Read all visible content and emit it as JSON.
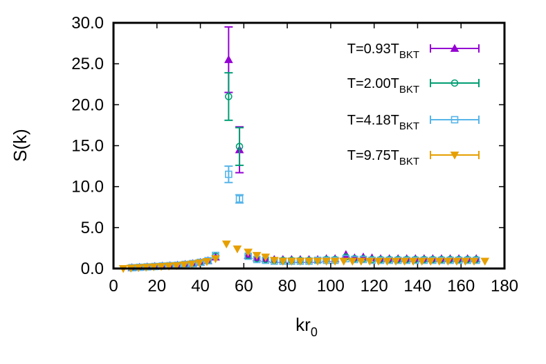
{
  "chart_data": {
    "type": "scatter",
    "xlabel": "kr",
    "xlabel_sub": "0",
    "ylabel": "S(k)",
    "xlim": [
      0,
      180
    ],
    "ylim": [
      0,
      30
    ],
    "x_ticks": [
      0,
      20,
      40,
      60,
      80,
      100,
      120,
      140,
      160,
      180
    ],
    "x_tick_labels": [
      "0",
      "20",
      "40",
      "60",
      "80",
      "100",
      "120",
      "140",
      "160",
      "180"
    ],
    "y_ticks": [
      0,
      5,
      10,
      15,
      20,
      25,
      30
    ],
    "y_tick_labels": [
      "0.0",
      "5.0",
      "10.0",
      "15.0",
      "20.0",
      "25.0",
      "30.0"
    ],
    "grid": false,
    "legend_position": "top-right",
    "series": [
      {
        "name": "T=0.93T",
        "name_sub": "BKT",
        "color": "#9400d3",
        "marker": "triangle-up",
        "points": [
          {
            "x": 8.5,
            "y": 0.1
          },
          {
            "x": 12,
            "y": 0.15
          },
          {
            "x": 15.5,
            "y": 0.2
          },
          {
            "x": 19,
            "y": 0.25
          },
          {
            "x": 22.5,
            "y": 0.3
          },
          {
            "x": 26,
            "y": 0.35
          },
          {
            "x": 29.5,
            "y": 0.4
          },
          {
            "x": 33,
            "y": 0.5
          },
          {
            "x": 36.5,
            "y": 0.6
          },
          {
            "x": 40,
            "y": 0.75
          },
          {
            "x": 43.5,
            "y": 0.95
          },
          {
            "x": 47,
            "y": 1.4
          },
          {
            "x": 53,
            "y": 25.5,
            "err": 4.0
          },
          {
            "x": 58,
            "y": 14.5,
            "err": 2.8
          },
          {
            "x": 62,
            "y": 1.6
          },
          {
            "x": 66,
            "y": 1.3
          },
          {
            "x": 70,
            "y": 1.2
          },
          {
            "x": 74,
            "y": 1.1
          },
          {
            "x": 78,
            "y": 1.1
          },
          {
            "x": 82,
            "y": 1.1
          },
          {
            "x": 86,
            "y": 1.1
          },
          {
            "x": 90,
            "y": 1.1
          },
          {
            "x": 94,
            "y": 1.1
          },
          {
            "x": 98,
            "y": 1.2
          },
          {
            "x": 102,
            "y": 1.2
          },
          {
            "x": 107,
            "y": 1.7
          },
          {
            "x": 111,
            "y": 1.3
          },
          {
            "x": 115,
            "y": 1.4
          },
          {
            "x": 119,
            "y": 1.3
          },
          {
            "x": 123,
            "y": 1.2
          },
          {
            "x": 127,
            "y": 1.2
          },
          {
            "x": 131,
            "y": 1.2
          },
          {
            "x": 135,
            "y": 1.2
          },
          {
            "x": 139,
            "y": 1.2
          },
          {
            "x": 143,
            "y": 1.2
          },
          {
            "x": 147,
            "y": 1.2
          },
          {
            "x": 151,
            "y": 1.2
          },
          {
            "x": 155,
            "y": 1.2
          },
          {
            "x": 159,
            "y": 1.2
          },
          {
            "x": 163,
            "y": 1.2
          },
          {
            "x": 167,
            "y": 1.2
          }
        ]
      },
      {
        "name": "T=2.00T",
        "name_sub": "BKT",
        "color": "#009e73",
        "marker": "circle",
        "points": [
          {
            "x": 8.5,
            "y": 0.1
          },
          {
            "x": 12,
            "y": 0.15
          },
          {
            "x": 15.5,
            "y": 0.2
          },
          {
            "x": 19,
            "y": 0.25
          },
          {
            "x": 22.5,
            "y": 0.3
          },
          {
            "x": 26,
            "y": 0.35
          },
          {
            "x": 29.5,
            "y": 0.4
          },
          {
            "x": 33,
            "y": 0.5
          },
          {
            "x": 36.5,
            "y": 0.6
          },
          {
            "x": 40,
            "y": 0.75
          },
          {
            "x": 43.5,
            "y": 0.95
          },
          {
            "x": 47,
            "y": 1.5
          },
          {
            "x": 53,
            "y": 21.0,
            "err": 2.9
          },
          {
            "x": 58,
            "y": 14.9,
            "err": 2.3
          },
          {
            "x": 62,
            "y": 1.6
          },
          {
            "x": 66,
            "y": 1.2
          },
          {
            "x": 70,
            "y": 1.1
          },
          {
            "x": 74,
            "y": 1.0
          },
          {
            "x": 78,
            "y": 1.0
          },
          {
            "x": 82,
            "y": 1.0
          },
          {
            "x": 86,
            "y": 1.0
          },
          {
            "x": 90,
            "y": 1.0
          },
          {
            "x": 94,
            "y": 1.0
          },
          {
            "x": 98,
            "y": 1.1
          },
          {
            "x": 102,
            "y": 1.1
          },
          {
            "x": 107,
            "y": 1.4
          },
          {
            "x": 111,
            "y": 1.2
          },
          {
            "x": 115,
            "y": 1.2
          },
          {
            "x": 119,
            "y": 1.1
          },
          {
            "x": 123,
            "y": 1.1
          },
          {
            "x": 127,
            "y": 1.1
          },
          {
            "x": 131,
            "y": 1.1
          },
          {
            "x": 135,
            "y": 1.1
          },
          {
            "x": 139,
            "y": 1.1
          },
          {
            "x": 143,
            "y": 1.1
          },
          {
            "x": 147,
            "y": 1.1
          },
          {
            "x": 151,
            "y": 1.1
          },
          {
            "x": 155,
            "y": 1.1
          },
          {
            "x": 159,
            "y": 1.1
          },
          {
            "x": 163,
            "y": 1.1
          },
          {
            "x": 167,
            "y": 1.1
          }
        ]
      },
      {
        "name": "T=4.18T",
        "name_sub": "BKT",
        "color": "#56b4e9",
        "marker": "square",
        "points": [
          {
            "x": 8.5,
            "y": 0.1
          },
          {
            "x": 12,
            "y": 0.15
          },
          {
            "x": 15.5,
            "y": 0.2
          },
          {
            "x": 19,
            "y": 0.25
          },
          {
            "x": 22.5,
            "y": 0.3
          },
          {
            "x": 26,
            "y": 0.35
          },
          {
            "x": 29.5,
            "y": 0.4
          },
          {
            "x": 33,
            "y": 0.5
          },
          {
            "x": 36.5,
            "y": 0.6
          },
          {
            "x": 40,
            "y": 0.75
          },
          {
            "x": 43.5,
            "y": 0.95
          },
          {
            "x": 47,
            "y": 1.6
          },
          {
            "x": 53,
            "y": 11.5,
            "err": 1.0
          },
          {
            "x": 58,
            "y": 8.5,
            "err": 0.5
          },
          {
            "x": 62,
            "y": 1.5
          },
          {
            "x": 66,
            "y": 1.1
          },
          {
            "x": 70,
            "y": 1.0
          },
          {
            "x": 74,
            "y": 0.9
          },
          {
            "x": 78,
            "y": 0.9
          },
          {
            "x": 82,
            "y": 0.9
          },
          {
            "x": 86,
            "y": 0.9
          },
          {
            "x": 90,
            "y": 0.9
          },
          {
            "x": 94,
            "y": 1.0
          },
          {
            "x": 98,
            "y": 1.0
          },
          {
            "x": 102,
            "y": 1.0
          },
          {
            "x": 107,
            "y": 1.2
          },
          {
            "x": 111,
            "y": 1.1
          },
          {
            "x": 115,
            "y": 1.1
          },
          {
            "x": 119,
            "y": 1.0
          },
          {
            "x": 123,
            "y": 1.0
          },
          {
            "x": 127,
            "y": 1.0
          },
          {
            "x": 131,
            "y": 1.0
          },
          {
            "x": 135,
            "y": 1.0
          },
          {
            "x": 139,
            "y": 1.0
          },
          {
            "x": 143,
            "y": 1.0
          },
          {
            "x": 147,
            "y": 1.0
          },
          {
            "x": 151,
            "y": 1.0
          },
          {
            "x": 155,
            "y": 1.0
          },
          {
            "x": 159,
            "y": 1.0
          },
          {
            "x": 163,
            "y": 1.0
          },
          {
            "x": 167,
            "y": 1.0
          }
        ]
      },
      {
        "name": "T=9.75T",
        "name_sub": "BKT",
        "color": "#e69f00",
        "marker": "triangle-down",
        "points": [
          {
            "x": 4.5,
            "y": 0.0
          },
          {
            "x": 8,
            "y": 0.05
          },
          {
            "x": 11.5,
            "y": 0.1
          },
          {
            "x": 15,
            "y": 0.15
          },
          {
            "x": 18.5,
            "y": 0.2
          },
          {
            "x": 22,
            "y": 0.25
          },
          {
            "x": 25.5,
            "y": 0.3
          },
          {
            "x": 29,
            "y": 0.35
          },
          {
            "x": 32.5,
            "y": 0.45
          },
          {
            "x": 36,
            "y": 0.55
          },
          {
            "x": 39.5,
            "y": 0.7
          },
          {
            "x": 43,
            "y": 0.85
          },
          {
            "x": 47,
            "y": 1.2
          },
          {
            "x": 52,
            "y": 3.0
          },
          {
            "x": 57,
            "y": 2.4
          },
          {
            "x": 62,
            "y": 2.0
          },
          {
            "x": 66,
            "y": 1.6
          },
          {
            "x": 70,
            "y": 1.4
          },
          {
            "x": 74,
            "y": 1.0
          },
          {
            "x": 78,
            "y": 0.9
          },
          {
            "x": 82,
            "y": 0.9
          },
          {
            "x": 86,
            "y": 0.9
          },
          {
            "x": 90,
            "y": 0.9
          },
          {
            "x": 94,
            "y": 0.9
          },
          {
            "x": 98,
            "y": 0.9
          },
          {
            "x": 102,
            "y": 0.9
          },
          {
            "x": 106,
            "y": 0.9
          },
          {
            "x": 110,
            "y": 0.9
          },
          {
            "x": 114,
            "y": 0.9
          },
          {
            "x": 118,
            "y": 0.9
          },
          {
            "x": 122,
            "y": 0.9
          },
          {
            "x": 126,
            "y": 0.9
          },
          {
            "x": 130,
            "y": 0.9
          },
          {
            "x": 134,
            "y": 0.9
          },
          {
            "x": 138,
            "y": 0.9
          },
          {
            "x": 142,
            "y": 0.9
          },
          {
            "x": 146,
            "y": 0.9
          },
          {
            "x": 150,
            "y": 0.9
          },
          {
            "x": 154,
            "y": 0.9
          },
          {
            "x": 158,
            "y": 0.9
          },
          {
            "x": 162,
            "y": 0.9
          },
          {
            "x": 166,
            "y": 0.9
          },
          {
            "x": 171,
            "y": 0.9
          }
        ]
      }
    ]
  }
}
